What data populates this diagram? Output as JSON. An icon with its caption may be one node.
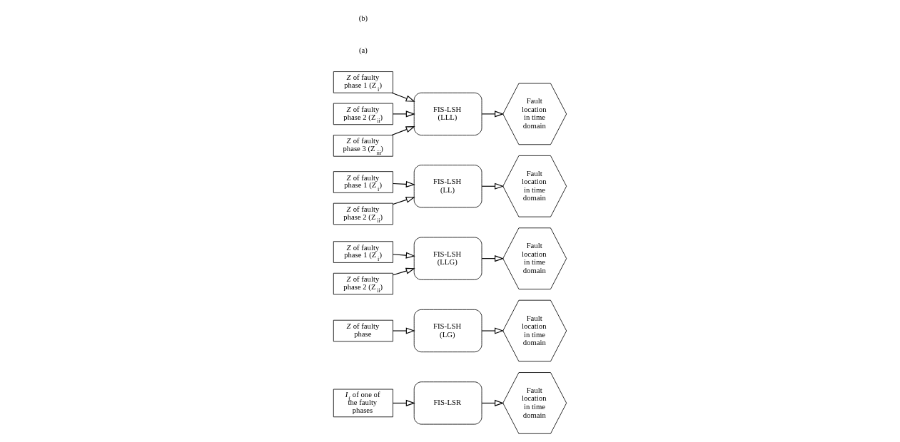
{
  "diagram": {
    "nodes": [
      {
        "text": [
          "*I*$_{f}$ of one of the faulty phases"
        ]
      },
      {
        "text": [
          "FIS-LSR"
        ]
      },
      {
        "text": [
          "Fault location in time domain"
        ]
      },
      {
        "text": [
          "*Z* of faulty phase"
        ]
      },
      {
        "text": [
          "FIS-LSH (LG)"
        ]
      },
      {
        "text": [
          "Fault location in time domain"
        ]
      },
      {
        "text": [
          "*Z* of faulty phase 1 (Z$_{i}$)"
        ]
      },
      {
        "text": [
          "*Z* of faulty phase 2 (Z$_{ii}$)"
        ]
      },
      {
        "text": [
          "FIS-LSH (LLG)"
        ]
      },
      {
        "text": [
          "Fault location in time domain"
        ]
      },
      {
        "text": [
          "*Z* of faulty phase 1 (Z$_{i}$)"
        ]
      },
      {
        "text": [
          "*Z* of faulty phase 2 (Z$_{ii}$)"
        ]
      },
      {
        "text": [
          "FIS-LSH (LL)"
        ]
      },
      {
        "text": [
          "Fault location in time domain"
        ]
      },
      {
        "text": [
          "*Z* of faulty phase 1 (Z$_{i}$)"
        ]
      },
      {
        "text": [
          "*Z* of faulty phase 2 (Z$_{ii}$)"
        ]
      },
      {
        "text": [
          "*Z* of faulty phase 3 (Z$_{iii}$)"
        ]
      },
      {
        "text": [
          "FIS-LSH (LLL)"
        ]
      },
      {
        "text": [
          "Fault location in time domain"
        ]
      }
    ],
    "edges": [
      {
        "from": 0,
        "to": 1,
        "arrow": "to"
      },
      {
        "from": 1,
        "to": 2,
        "arrow": "to"
      },
      {
        "from": 3,
        "to": 4,
        "arrow": "to"
      },
      {
        "from": 4,
        "to": 5,
        "arrow": "to"
      },
      {
        "from": 6,
        "to": 8,
        "arrow": "to"
      },
      {
        "from": 7,
        "to": 8,
        "arrow": "to"
      },
      {
        "from": 8,
        "to": 9,
        "arrow": "to"
      },
      {
        "from": 10,
        "to": 12,
        "arrow": "to"
      },
      {
        "from": 11,
        "to": 12,
        "arrow": "to"
      },
      {
        "from": 12,
        "to": 13,
        "arrow": "to"
      },
      {
        "from": 14,
        "to": 17,
        "arrow": "to"
      },
      {
        "from": 15,
        "to": 17,
        "arrow": "to"
      },
      {
        "from": 16,
        "to": 17,
        "arrow": "to"
      },
      {
        "from": 17,
        "to": 18,
        "arrow": "to"
      }
    ],
    "labels": [
      "(a)",
      "(b)"
    ]
  }
}
